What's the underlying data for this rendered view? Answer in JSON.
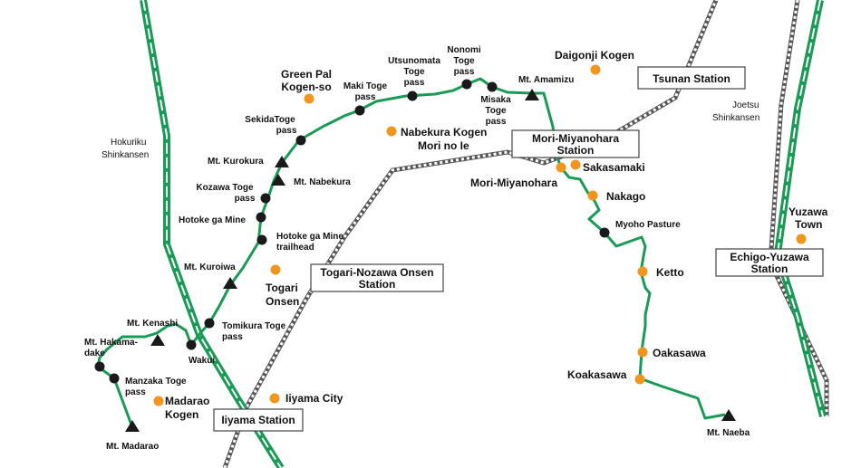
{
  "stations": {
    "tsunan": "Tsunan Station",
    "mori_miyanohara": [
      "Mori-Miyanohara",
      "Station"
    ],
    "togari": [
      "Togari-Nozawa Onsen",
      "Station"
    ],
    "echigo_yuzawa": [
      "Echigo-Yuzawa",
      "Station"
    ],
    "iiyama": "Iiyama Station"
  },
  "rail_lines": {
    "hokuriku": [
      "Hokuriku",
      "Shinkansen"
    ],
    "joetsu": [
      "Joetsu",
      "Shinkansen"
    ]
  },
  "mountains": {
    "amamizu": "Mt. Amamizu",
    "kurokura": "Mt. Kurokura",
    "nabekura": "Mt. Nabekura",
    "kuroiwa": "Mt. Kuroiwa",
    "kenashi": "Mt. Kenashi",
    "hakamadake": [
      "Mt. Hakama-",
      "dake"
    ],
    "madarao": "Mt. Madarao",
    "naeba": "Mt. Naeba"
  },
  "passes": {
    "nonomi": [
      "Nonomi",
      "Toge",
      "pass"
    ],
    "utsunomata": [
      "Utsunomata",
      "Toge",
      "pass"
    ],
    "maki": [
      "Maki Toge",
      "pass"
    ],
    "sekida": [
      "SekidaToge",
      "pass"
    ],
    "misaka": [
      "Misaka",
      "Toge",
      "pass"
    ],
    "kozawa": [
      "Kozawa Toge",
      "pass"
    ],
    "hotokegamine": "Hotoke ga Mine",
    "hotokegamine_trailhead": [
      "Hotoke ga Mine",
      "trailhead"
    ],
    "tomikura": [
      "Tomikura Toge",
      "pass"
    ],
    "wakui": "Wakui",
    "manzaka": [
      "Manzaka Toge",
      "pass"
    ],
    "myoho": "Myoho Pasture"
  },
  "places": {
    "daigonji": "Daigonji Kogen",
    "green_pal": [
      "Green Pal",
      "Kogen-so"
    ],
    "nabekura_kogen": [
      "Nabekura Kogen",
      "Mori no Ie"
    ],
    "sakasamaki": "Sakasamaki",
    "mori_miyanohara": "Mori-Miyanohara",
    "nakago": "Nakago",
    "yuzawa_town": [
      "Yuzawa",
      "Town"
    ],
    "ketto": "Ketto",
    "togari_onsen": [
      "Togari",
      "Onsen"
    ],
    "madarao_kogen": [
      "Madarao",
      "Kogen"
    ],
    "iiyama_city": "Iiyama City",
    "oakasawa": "Oakasawa",
    "koakasawa": "Koakasawa"
  },
  "colors": {
    "trail": "#199a55",
    "shinkansen": "#199a55",
    "local_rail": "#555555",
    "orange_marker": "#f0961e",
    "black_marker": "#1a1a1a",
    "station_border": "#444444"
  }
}
